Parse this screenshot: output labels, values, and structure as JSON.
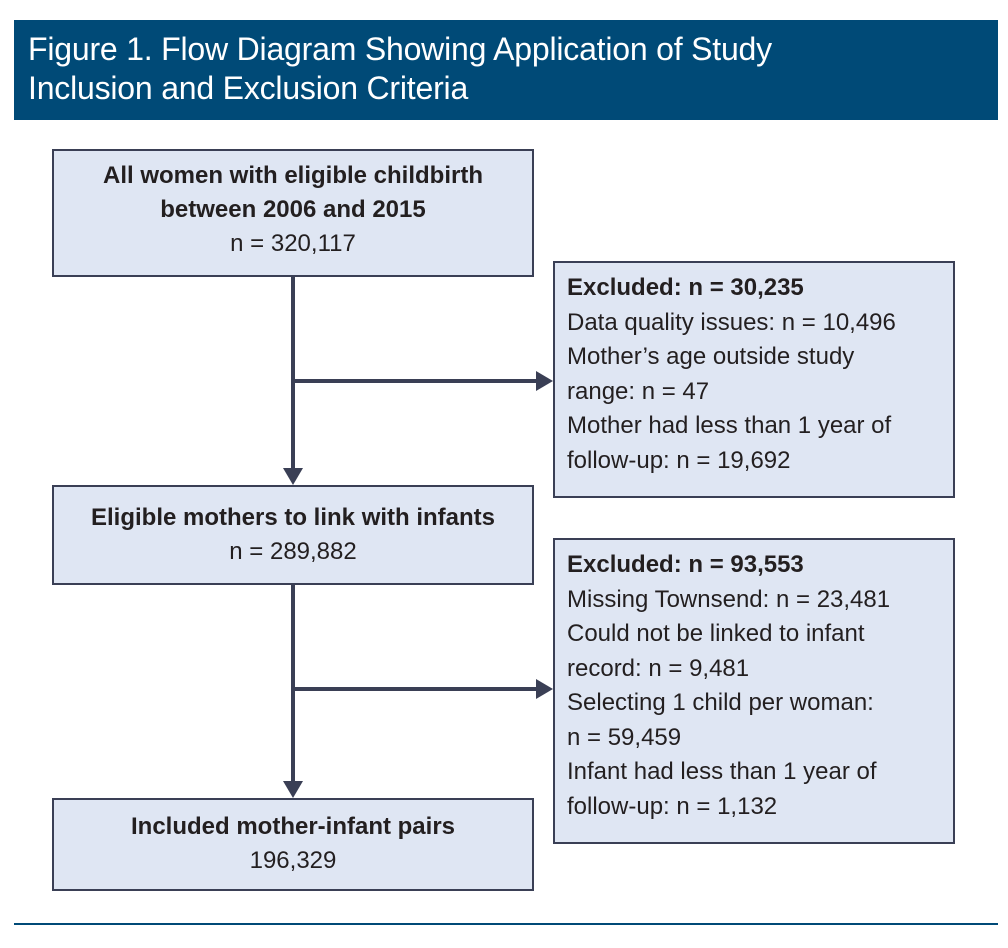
{
  "figure": {
    "title_line1": "Figure 1. Flow Diagram Showing Application of Study",
    "title_line2": "Inclusion and Exclusion Criteria",
    "header_color": "#004a77",
    "box_color": "#dfe6f3"
  },
  "flow": {
    "step1": {
      "label_line1": "All women with eligible childbirth",
      "label_line2": "between 2006 and 2015",
      "count": "n = 320,117"
    },
    "step2": {
      "label": "Eligible mothers to link with infants",
      "count": "n = 289,882"
    },
    "step3": {
      "label": "Included mother-infant pairs",
      "count": "196,329"
    }
  },
  "exclusions": {
    "first": {
      "heading": "Excluded: n = 30,235",
      "lines": [
        "Data quality issues: n = 10,496",
        "Mother’s age outside study",
        "range: n = 47",
        "Mother had less than 1 year of",
        "follow-up: n = 19,692"
      ]
    },
    "second": {
      "heading": "Excluded: n = 93,553",
      "lines": [
        "Missing Townsend: n = 23,481",
        "Could not be linked to infant",
        "record: n = 9,481",
        "Selecting 1 child per woman:",
        "n = 59,459",
        "Infant had less than 1 year of",
        "follow-up: n = 1,132"
      ]
    }
  }
}
